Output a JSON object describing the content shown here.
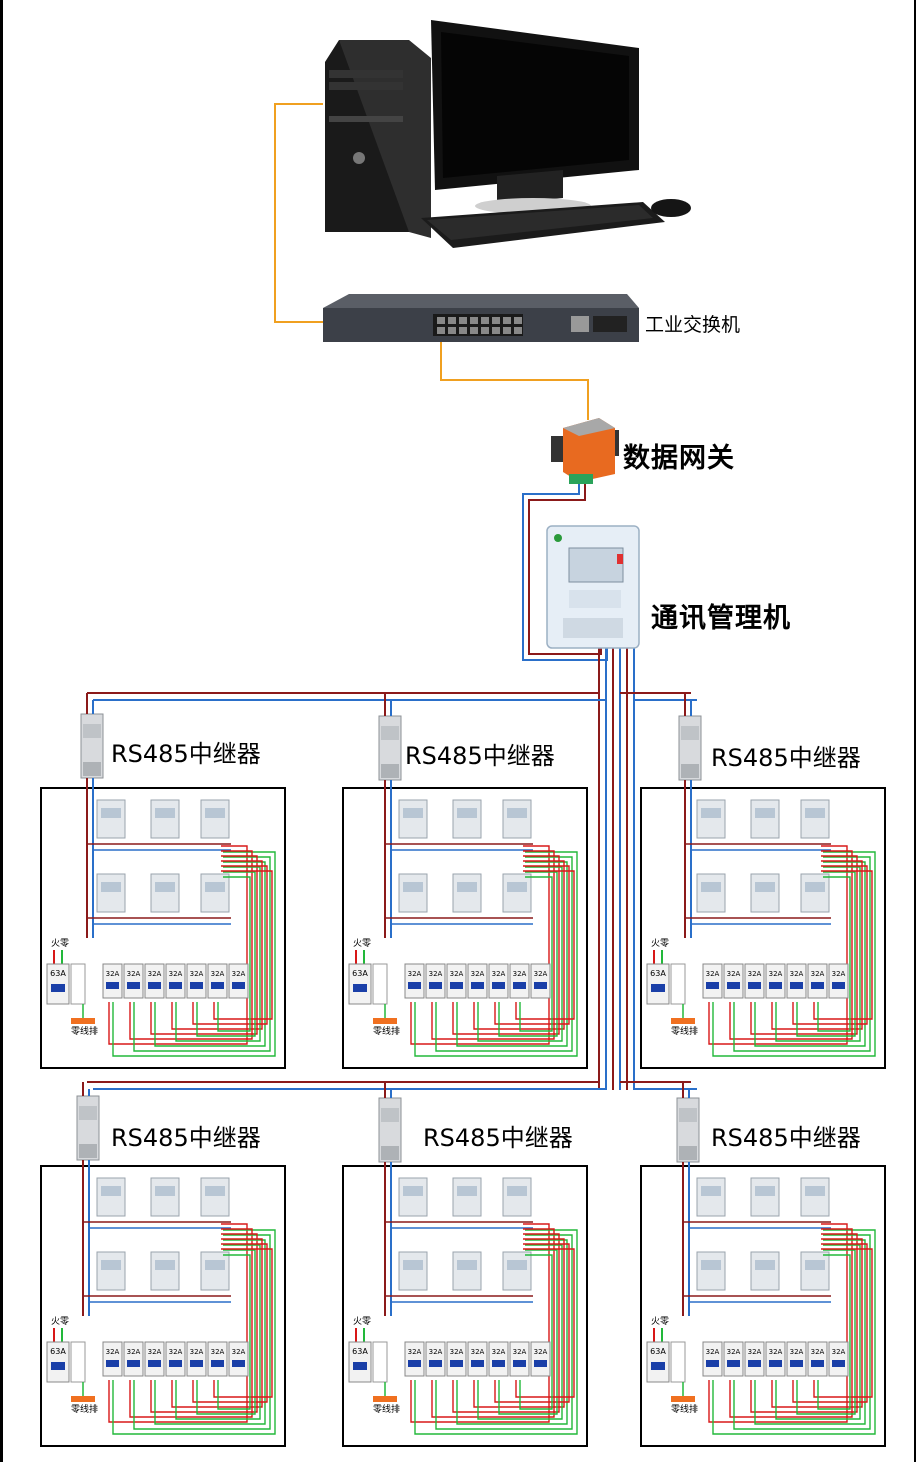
{
  "labels": {
    "industrial_switch": "工业交换机",
    "data_gateway": "数据网关",
    "comm_manager": "通讯管理机"
  },
  "repeater_label": "RS485中继器",
  "panel_text": {
    "live_neutral": "火零",
    "main_breaker": "63A",
    "branch_breaker": "32A",
    "neutral_bar": "零线排"
  },
  "panels": [
    {
      "repeater": "RS485中继器"
    },
    {
      "repeater": "RS485中继器"
    },
    {
      "repeater": "RS485中继器"
    },
    {
      "repeater": "RS485中继器"
    },
    {
      "repeater": "RS485中继器"
    },
    {
      "repeater": "RS485中继器"
    }
  ],
  "colors": {
    "ethernet": "#f0a020",
    "rs485_a": "#8b1a1a",
    "rs485_b": "#2a6fc9",
    "wire_red": "#d81818",
    "wire_green": "#22b83a",
    "neutral_bar": "#f07020",
    "breaker_blue": "#1a3fa8"
  }
}
